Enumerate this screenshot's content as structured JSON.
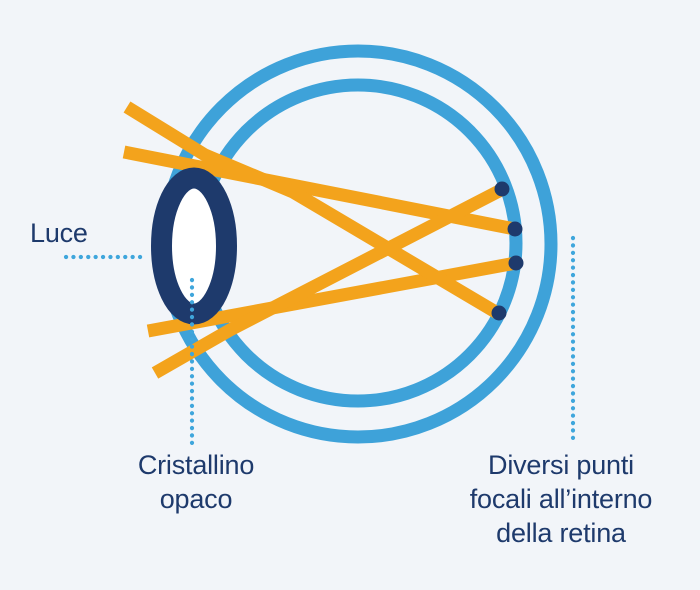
{
  "labels": {
    "light": "Luce",
    "opaque_lens": [
      "Cristallino",
      "opaco"
    ],
    "retina_focal_points": [
      "Diversi punti",
      "focali all’interno",
      "della retina"
    ]
  },
  "focal_point_count": 4,
  "colors": {
    "background": "#F2F5F9",
    "eye_blue": "#3EA2D9",
    "ray_orange": "#F3A31C",
    "navy": "#1E3A6C",
    "lens_fill": "#FFFFFF",
    "dotted_line_blue": "#3FA6DC",
    "text_navy": "#1E3A6C"
  }
}
